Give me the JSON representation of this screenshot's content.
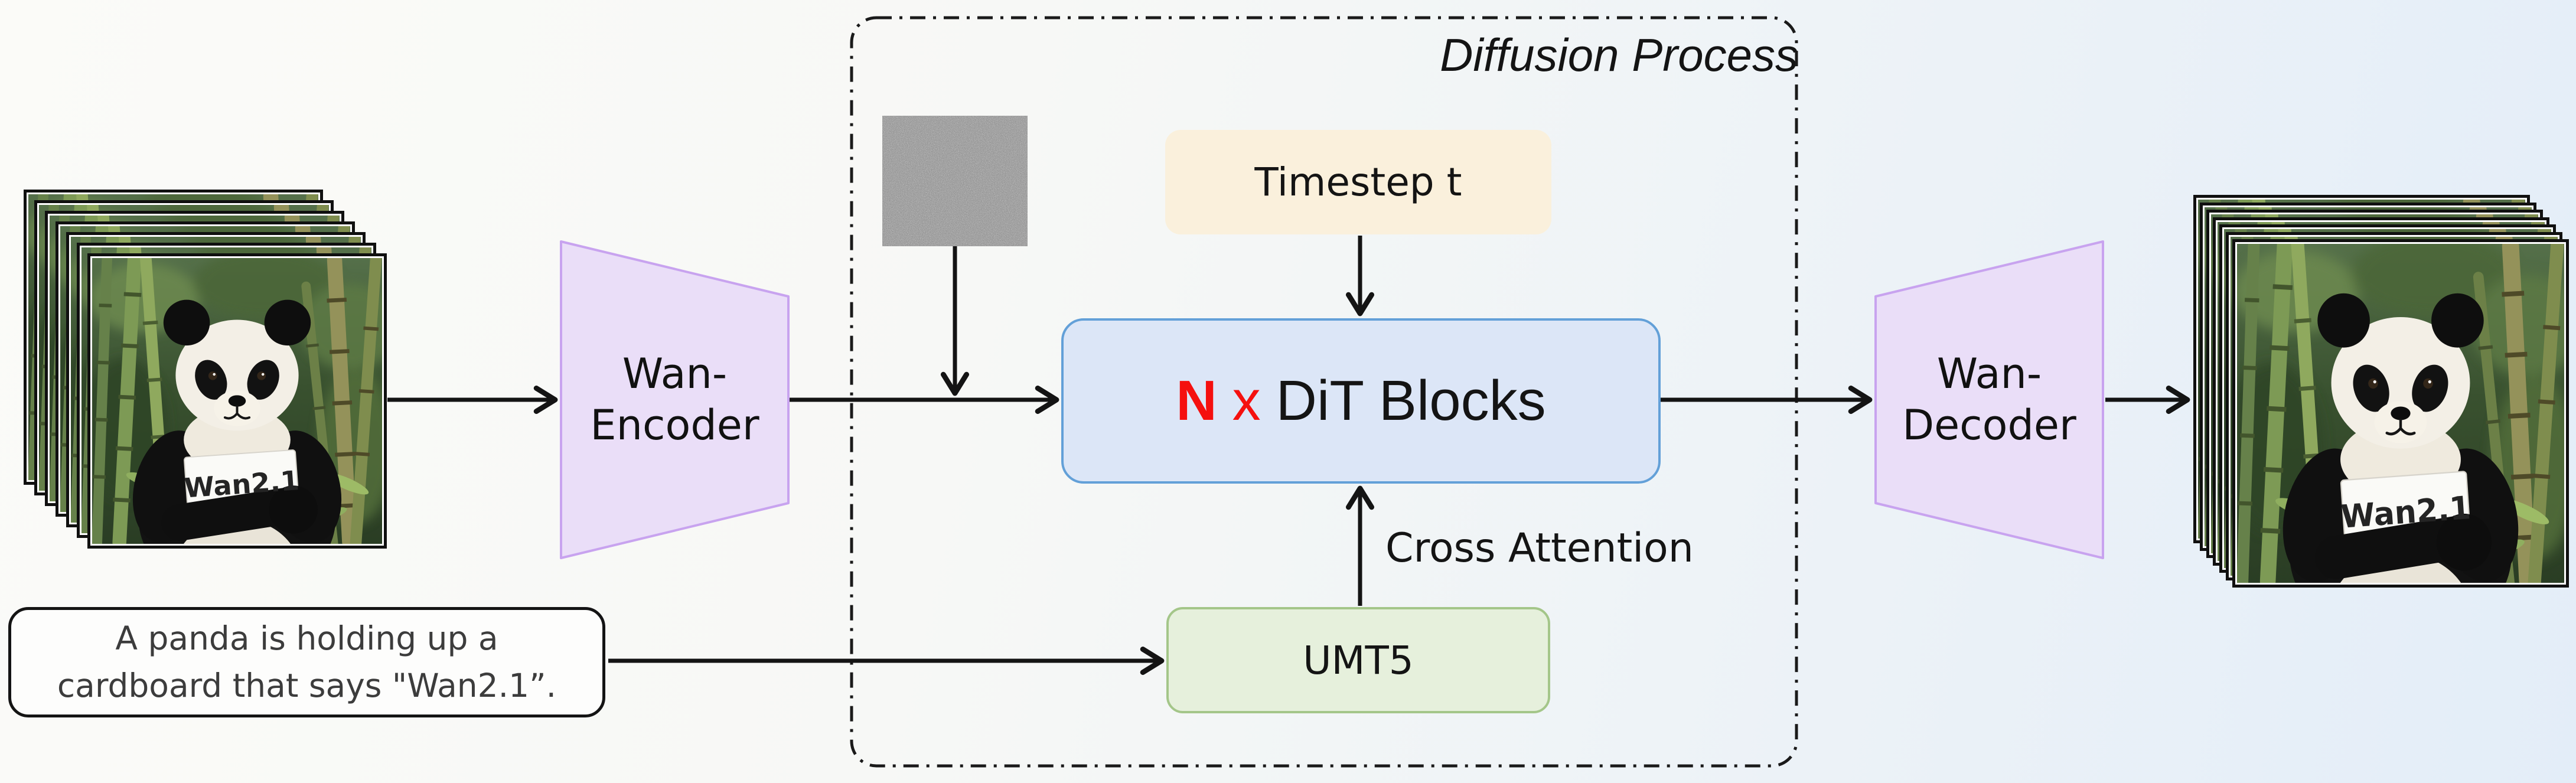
{
  "title": "Diffusion Process",
  "prompt_box": {
    "text": "A panda is holding up a\ncardboard that says \"Wan2.1”."
  },
  "stacks": {
    "sign_text": "Wan2.1",
    "frame_count": 7
  },
  "nodes": {
    "encoder": {
      "label": "Wan-\nEncoder"
    },
    "decoder": {
      "label": "Wan-\nDecoder"
    },
    "dit": {
      "n": "N",
      "times": "x",
      "label": "DiT Blocks"
    },
    "timestep": {
      "label": "Timestep t"
    },
    "umt5": {
      "label": "UMT5"
    },
    "cross_attention": {
      "label": "Cross Attention"
    }
  },
  "colors": {
    "dit_fill": "#dce6f7",
    "dit_border": "#63a0d8",
    "dit_accent_red": "#f5100f",
    "timestep_fill": "#faf0dc",
    "umt5_fill": "#e6f0dc",
    "umt5_border": "#a4c689",
    "vae_fill": "#eadef8",
    "vae_border": "#c8a3ef",
    "arrow": "#141414"
  }
}
